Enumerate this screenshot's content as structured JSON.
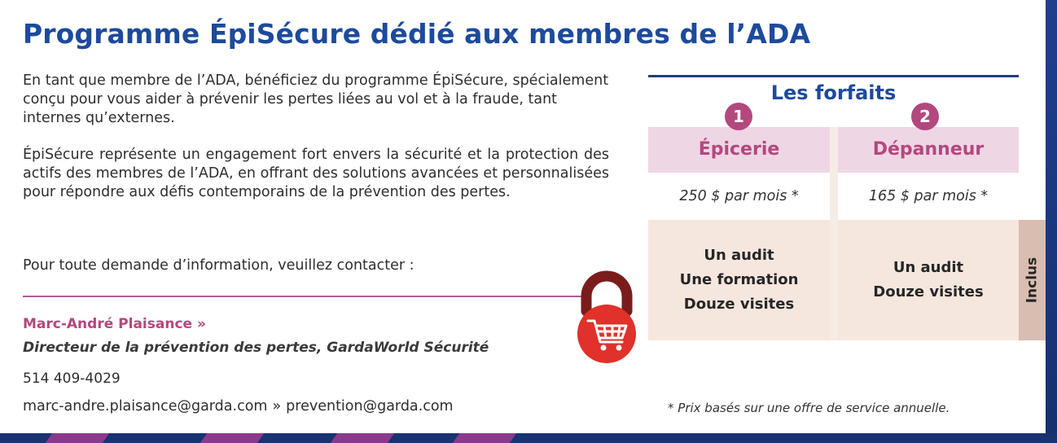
{
  "title": "Programme ÉpiSécure dédié aux membres de l’ADA",
  "paragraphs": [
    "En tant que membre de l’ADA, bénéficiez du programme ÉpiSécure, spécialement conçu pour vous aider à prévenir les pertes liées au vol et à la fraude, tant internes qu’externes.",
    "ÉpiSécure représente un engagement fort envers la sécurité et la protection des actifs des membres de l’ADA, en offrant des solutions avancées et personnalisées pour répondre aux défis contemporains de la prévention des pertes.",
    "Pour toute demande d’information, veuillez contacter :"
  ],
  "contact": {
    "name": "Marc-André Plaisance »",
    "role": "Directeur de la prévention des pertes, GardaWorld Sécurité",
    "phone": "514 409-4029",
    "email1": "marc-andre.plaisance@garda.com",
    "separator": "»",
    "email2": "prevention@garda.com"
  },
  "forfaits": {
    "title": "Les forfaits",
    "plans": [
      {
        "number": "1",
        "name": "Épicerie",
        "price": "250 $ par mois *",
        "included": [
          "Un audit",
          "Une formation",
          "Douze visites"
        ]
      },
      {
        "number": "2",
        "name": "Dépanneur",
        "price": "165 $ par mois *",
        "included": [
          "Un audit",
          "Douze visites"
        ]
      }
    ],
    "included_label": "Inclus",
    "footnote": "* Prix basés sur une offre de service annuelle."
  },
  "icons": {
    "lock": "padlock-shopping-cart-icon"
  },
  "colors": {
    "primary_blue": "#1d4a9c",
    "accent_magenta": "#b3487e",
    "lock_red": "#e0312a",
    "lock_shackle": "#7a1c1c"
  }
}
